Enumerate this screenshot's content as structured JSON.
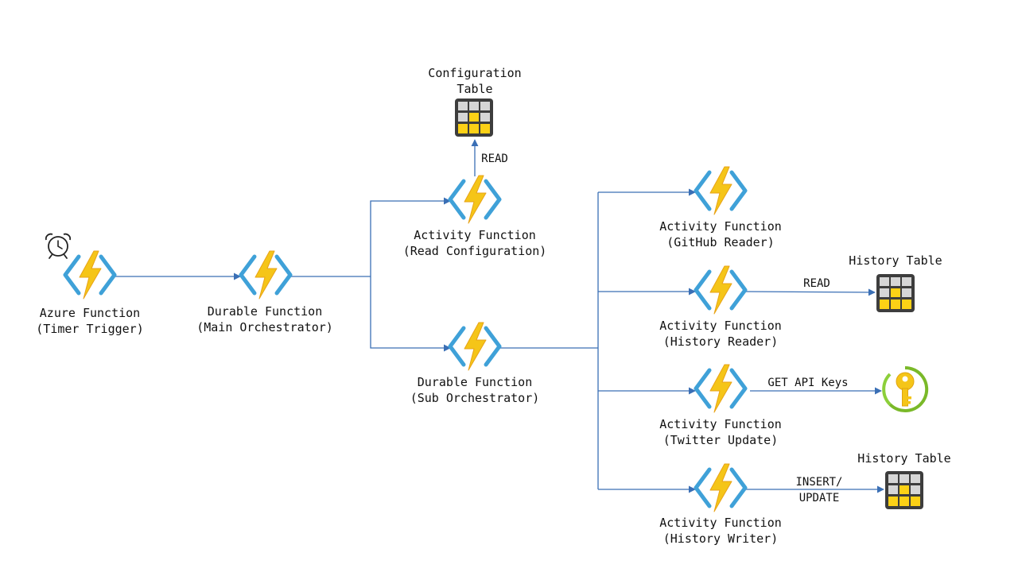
{
  "nodes": {
    "timer": {
      "line1": "Azure Function",
      "line2": "(Timer Trigger)"
    },
    "main_orchestrator": {
      "line1": "Durable Function",
      "line2": "(Main Orchestrator)"
    },
    "read_configuration": {
      "line1": "Activity Function",
      "line2": "(Read Configuration)"
    },
    "sub_orchestrator": {
      "line1": "Durable Function",
      "line2": "(Sub Orchestrator)"
    },
    "github_reader": {
      "line1": "Activity Function",
      "line2": "(GitHub Reader)"
    },
    "history_reader": {
      "line1": "Activity Function",
      "line2": "(History Reader)"
    },
    "twitter_update": {
      "line1": "Activity Function",
      "line2": "(Twitter Update)"
    },
    "history_writer": {
      "line1": "Activity Function",
      "line2": "(History Writer)"
    },
    "configuration_table": {
      "line1": "Configuration",
      "line2": "Table"
    },
    "history_table_read": {
      "line1": "History Table"
    },
    "history_table_write": {
      "line1": "History Table"
    },
    "key_vault": {}
  },
  "edges": {
    "config_read": "READ",
    "history_read": "READ",
    "get_api_keys": "GET API Keys",
    "insert_update_1": "INSERT/",
    "insert_update_2": "UPDATE"
  },
  "colors": {
    "connector": "#3a6fb5",
    "bolt": "#f5c518",
    "bolt_shade": "#e8a317",
    "brackets": "#3fa1d8",
    "table_frame": "#3d3d3d",
    "table_cell": "#d6d6d6",
    "table_highlight": "#fcd116",
    "key_ring": "#7ab929",
    "key_fill": "#f5c518"
  },
  "icons": {
    "function": "azure-function-icon",
    "table": "storage-table-icon",
    "clock": "alarm-clock-icon",
    "key": "key-vault-icon"
  }
}
